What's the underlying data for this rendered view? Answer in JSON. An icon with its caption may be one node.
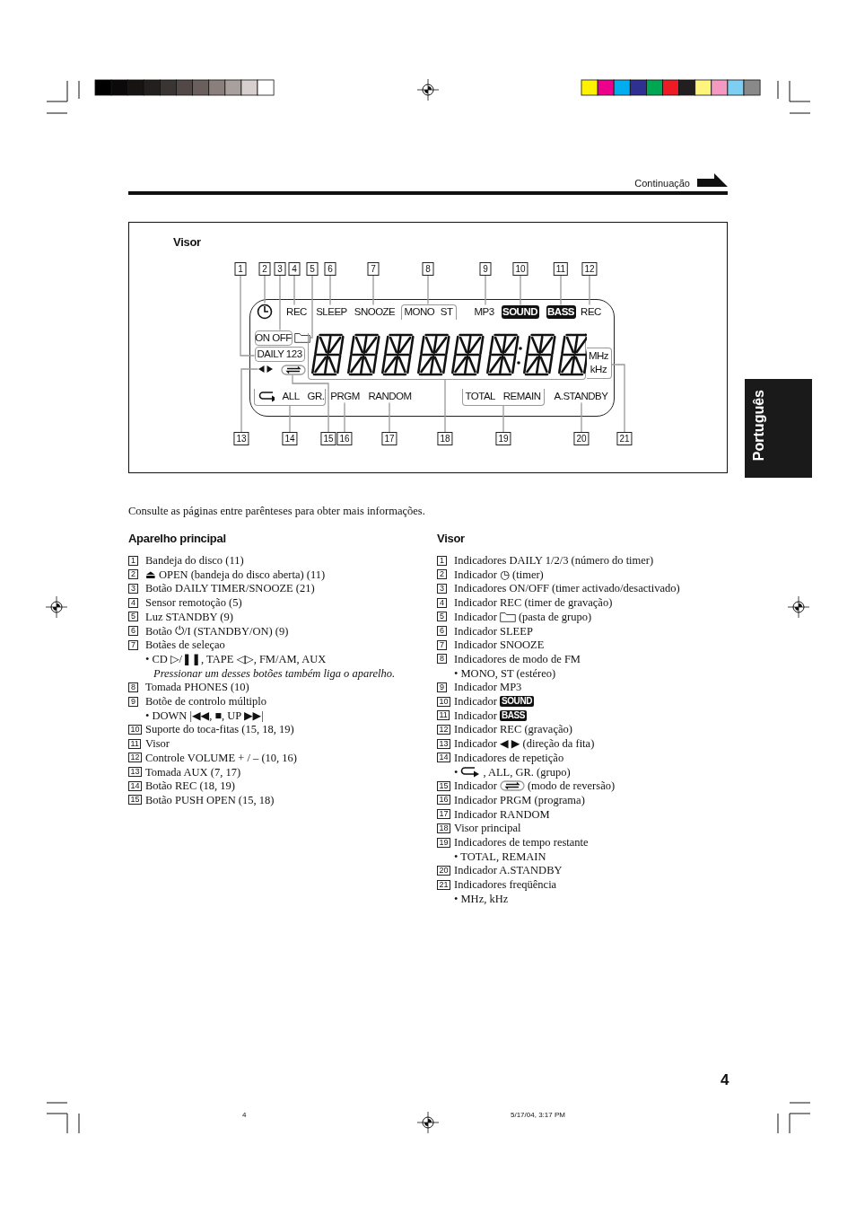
{
  "diagram": {
    "title": "Visor",
    "nodes": [
      {
        "text": [],
        "shape": "box"
      },
      {
        "text": [
          "1"
        ]
      },
      {
        "text": [
          "2"
        ]
      },
      {
        "text": [
          "3"
        ]
      },
      {
        "text": [
          "4"
        ]
      },
      {
        "text": [
          "5"
        ]
      },
      {
        "text": [
          "6"
        ]
      },
      {
        "text": [
          "7"
        ]
      },
      {
        "text": [
          "8"
        ]
      },
      {
        "text": [
          "9"
        ]
      },
      {
        "text": [
          "10"
        ]
      },
      {
        "text": [
          "11"
        ]
      },
      {
        "text": [
          "12"
        ]
      },
      {
        "text": [],
        "shape": "circle",
        "in": 0
      },
      {
        "text": [
          "REC"
        ],
        "in": 0
      },
      {
        "text": [
          "SLEEP"
        ],
        "in": 0
      },
      {
        "text": [
          "SNOOZE"
        ],
        "in": 0
      },
      {
        "text": [
          "MONO",
          "ST"
        ],
        "in": 0
      },
      {
        "text": [
          "MP3"
        ],
        "in": 0
      },
      {
        "text": [
          "SOUND"
        ],
        "in": 0
      },
      {
        "text": [
          "BASS"
        ],
        "in": 0
      },
      {
        "text": [
          "REC"
        ],
        "in": 0
      },
      {
        "text": [
          "ON OFF"
        ],
        "in": 0
      },
      {
        "text": [],
        "shape": "folder",
        "in": 0
      },
      {
        "text": [
          "DAILY 123"
        ],
        "in": 0
      },
      {
        "text": [],
        "shape": "display",
        "in": 0
      },
      {
        "text": [
          "MHz",
          "kHz"
        ],
        "in": 0
      },
      {
        "text": [],
        "shape": "arrow",
        "in": 0
      },
      {
        "text": [],
        "shape": "capsule",
        "in": 0
      },
      {
        "text": [
          "ALL",
          "GR."
        ],
        "in": 0
      },
      {
        "text": [
          "PRGM"
        ],
        "in": 0
      },
      {
        "text": [
          "RANDOM"
        ],
        "in": 0
      },
      {
        "text": [
          "TOTAL",
          "REMAIN"
        ],
        "in": 0
      },
      {
        "text": [
          "A.STANDBY"
        ],
        "in": 0
      },
      {
        "text": [
          "13"
        ]
      },
      {
        "text": [
          "14"
        ]
      },
      {
        "text": [
          "15"
        ]
      },
      {
        "text": [
          "16"
        ]
      },
      {
        "text": [
          "17"
        ]
      },
      {
        "text": [
          "18"
        ]
      },
      {
        "text": [
          "19"
        ]
      },
      {
        "text": [
          "20"
        ]
      },
      {
        "text": [
          "21"
        ]
      }
    ],
    "edges": [
      {
        "from": 1,
        "to": 24,
        "arrow": "none"
      },
      {
        "from": 2,
        "to": 13,
        "arrow": "none"
      },
      {
        "from": 3,
        "to": 22,
        "arrow": "none"
      },
      {
        "from": 4,
        "to": 14,
        "arrow": "none"
      },
      {
        "from": 5,
        "to": 23,
        "arrow": "none"
      },
      {
        "from": 6,
        "to": 15,
        "arrow": "none"
      },
      {
        "from": 7,
        "to": 16,
        "arrow": "none"
      },
      {
        "from": 8,
        "to": 17,
        "arrow": "none"
      },
      {
        "from": 9,
        "to": 18,
        "arrow": "none"
      },
      {
        "from": 10,
        "to": 19,
        "arrow": "none"
      },
      {
        "from": 11,
        "to": 20,
        "arrow": "none"
      },
      {
        "from": 12,
        "to": 21,
        "arrow": "none"
      },
      {
        "from": 34,
        "to": 27,
        "arrow": "none"
      },
      {
        "from": 35,
        "to": 29,
        "arrow": "none"
      },
      {
        "from": 36,
        "to": 28,
        "arrow": "none"
      },
      {
        "from": 37,
        "to": 30,
        "arrow": "none"
      },
      {
        "from": 38,
        "to": 31,
        "arrow": "none"
      },
      {
        "from": 39,
        "to": 25,
        "arrow": "none"
      },
      {
        "from": 40,
        "to": 32,
        "arrow": "none"
      },
      {
        "from": 41,
        "to": 33,
        "arrow": "none"
      },
      {
        "from": 42,
        "to": 26,
        "arrow": "none"
      }
    ],
    "labels": [
      "Continuação",
      "Português",
      "Consulte as páginas entre parênteses para obter mais informações.",
      "Aparelho principal",
      "1",
      "Bandeja do disco (11)",
      "2",
      "⏏ OPEN (bandeja do disco aberta) (11)",
      "3",
      "Botão DAILY TIMER/SNOOZE  (21)",
      "4",
      "Sensor remotoção (5)",
      "5",
      "Luz STANDBY (9)",
      "6",
      "Botão ⏻/I (STANDBY/ON) (9)",
      "7",
      "Botães de seleçao",
      "• CD ▷/❚❚, TAPE ◁▷, FM/AM, AUX",
      "Pressionar um desses botões também liga o aparelho.",
      "8",
      "Tomada PHONES (10)",
      "9",
      "Botõe de controlo múltiplo",
      "• DOWN |◀◀, ■, UP ▶▶|",
      "10",
      "Suporte do toca-fitas (15, 18, 19)",
      "11",
      "Visor",
      "12",
      "Controle VOLUME + / – (10, 16)",
      "13",
      "Tomada AUX (7, 17)",
      "14",
      "Botão REC (18, 19)",
      "15",
      "Botão PUSH OPEN (15, 18)",
      "Visor",
      "1",
      "Indicadores DAILY 1/2/3 (número do timer)",
      "2",
      "Indicador ◷ (timer)",
      "3",
      "Indicadores ON/OFF (timer activado/desactivado)",
      "4",
      "Indicador REC (timer de gravação)",
      "5",
      "Indicador",
      "(pasta de grupo)",
      "6",
      "Indicador SLEEP",
      "7",
      "Indicador SNOOZE",
      "8",
      "Indicadores de modo de FM",
      "• MONO, ST (estéreo)",
      "9",
      "Indicador MP3",
      "10",
      "Indicador",
      "SOUND",
      "11",
      "Indicador",
      "BASS",
      "12",
      "Indicador REC (gravação)",
      "13",
      "Indicador ◀ ▶ (direção da fita)",
      "14",
      "Indicadores de repetição",
      "•",
      ", ALL, GR. (grupo)",
      "15",
      "Indicador",
      "(modo de reversão)",
      "16",
      "Indicador PRGM (programa)",
      "17",
      "Indicador RANDOM",
      "18",
      "Visor principal",
      "19",
      "Indicadores de tempo restante",
      "• TOTAL, REMAIN",
      "20",
      "Indicador A.STANDBY",
      "21",
      "Indicadores freqüência",
      "• MHz, kHz",
      "4",
      "4",
      "5/17/04, 3:17 PM"
    ]
  }
}
